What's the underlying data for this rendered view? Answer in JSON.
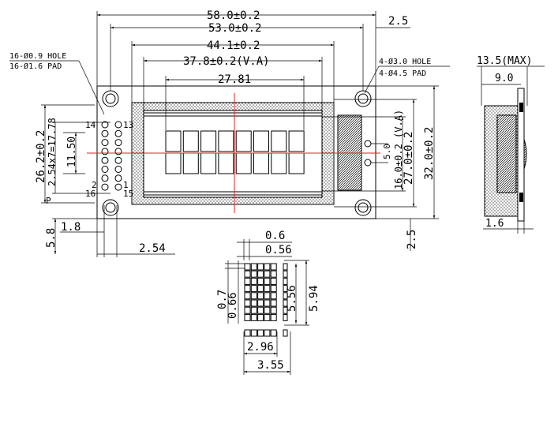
{
  "dims": {
    "overall_width": "58.0±0.2",
    "hole_pitch_width": "53.0±0.2",
    "viewing_width": "44.1±0.2",
    "active_area_width": "37.8±0.2(V.A)",
    "chars_width": "27.81",
    "right_margin": "2.5",
    "height_total": "26.2±0.2",
    "pin_span": "2.54x7=17.78",
    "chars_height": "11.50",
    "left_offset": "1.8",
    "pin_row_offset": "5.8",
    "pin_pitch": "2.54",
    "va_height": "16.0±0.2 (V.A)",
    "viewing_height": "27.0±0.2",
    "module_height": "32.0±0.2",
    "led_gap": "5.0",
    "bottom_margin": "2.5",
    "p_label": "P"
  },
  "notes": {
    "hole_line1": "16-Ø0.9 HOLE",
    "hole_line2": "16-Ø1.6 PAD",
    "mount_line1": "4-Ø3.0 HOLE",
    "mount_line2": "4-Ø4.5 PAD"
  },
  "pins": {
    "p14": "14",
    "p13": "13",
    "p2": "2",
    "p1": "1",
    "p16": "16",
    "p15": "15"
  },
  "side": {
    "max_thickness": "13.5(MAX)",
    "depth": "9.0",
    "pcb": "1.6"
  },
  "char_detail": {
    "dot_pitch_w": "0.6",
    "dot_w": "0.56",
    "dot_pitch_h": "0.7",
    "dot_h": "0.66",
    "char_h_inner": "5.56",
    "char_h_outer": "5.94",
    "char_w_inner": "2.96",
    "char_w_outer": "3.55"
  }
}
